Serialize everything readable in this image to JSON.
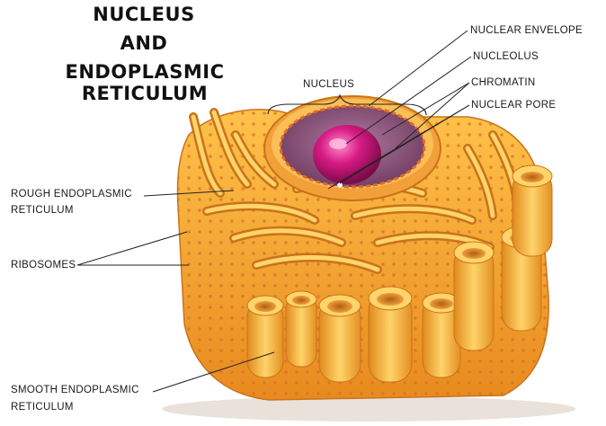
{
  "title": {
    "line1": "NUCLEUS",
    "line2": "AND",
    "line3": "ENDOPLASMIC RETICULUM"
  },
  "labels": {
    "nucleus": "NUCLEUS",
    "nuclear_envelope": "NUCLEAR ENVELOPE",
    "nucleolus": "NUCLEOLUS",
    "chromatin": "CHROMATIN",
    "nuclear_pore": "NUCLEAR PORE",
    "rough_er_line1": "ROUGH ENDOPLASMIC",
    "rough_er_line2": "RETICULUM",
    "ribosomes": "RIBOSOMES",
    "smooth_er_line1": "SMOOTH ENDOPLASMIC",
    "smooth_er_line2": "RETICULUM"
  },
  "colors": {
    "er_orange": "#f4a62a",
    "er_light": "#ffd977",
    "er_dark": "#c9731a",
    "nucleus_purple": "#8a4a7a",
    "nucleolus_magenta": "#c8127a",
    "ribosome_dot": "#d8782a"
  }
}
